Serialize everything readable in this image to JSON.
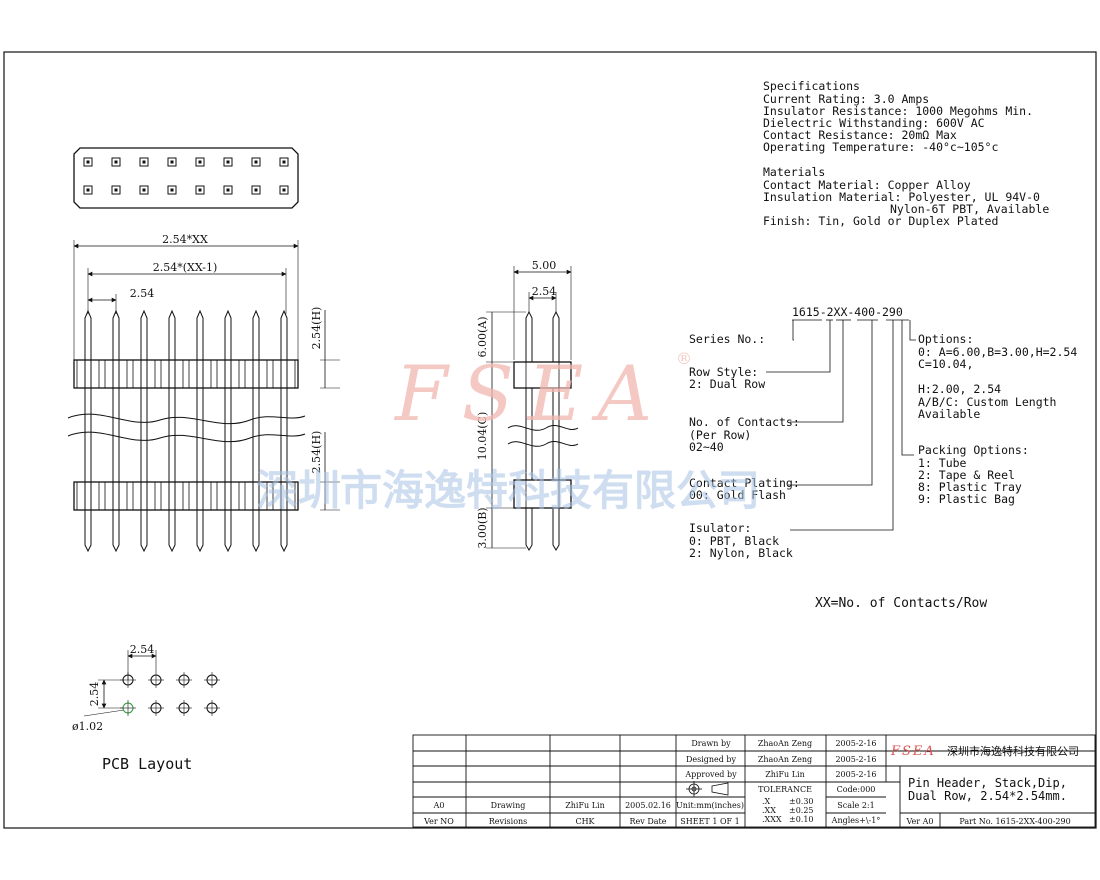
{
  "specs": {
    "title": "Specifications",
    "lines": [
      "Current Rating: 3.0 Amps",
      "Insulator Resistance: 1000 Megohms Min.",
      "Dielectric Withstanding: 600V AC",
      "Contact Resistance: 20mΩ Max",
      "Operating Temperature: -40°c~105°c"
    ]
  },
  "materials": {
    "title": "Materials",
    "lines": [
      "Contact Material: Copper Alloy",
      "Insulation Material: Polyester, UL 94V-0",
      "Nylon-6T PBT, Available",
      "Finish: Tin, Gold or Duplex Plated"
    ]
  },
  "front_view": {
    "dim_total": "2.54*XX",
    "dim_minus1": "2.54*(XX-1)",
    "dim_pitch": "2.54",
    "dim_h_top": "2.54(H)",
    "dim_h_bottom": "2.54(H)"
  },
  "side_view": {
    "dim_width": "5.00",
    "dim_pitch": "2.54",
    "dim_a": "6.00(A)",
    "dim_c": "10.04(C)",
    "dim_b": "3.00(B)"
  },
  "part_number": {
    "code": "1615-2XX-400-290",
    "series_label": "Series No.:",
    "row_style_label": "Row Style:",
    "row_style_value": "2: Dual Row",
    "contacts_label": "No. of Contacts:",
    "contacts_note": "(Per Row)",
    "contacts_range": "02~40",
    "plating_label": "Contact Plating:",
    "plating_value": "00: Gold Flash",
    "insulator_label": "Isulator:",
    "insulator_values": [
      "0: PBT, Black",
      "2: Nylon, Black"
    ],
    "options_label": "Options:",
    "options_values": [
      "0: A=6.00,B=3.00,H=2.54",
      "C=10.04,",
      "",
      "H:2.00, 2.54",
      "A/B/C: Custom Length",
      "Available"
    ],
    "packing_label": "Packing Options:",
    "packing_values": [
      "1: Tube",
      "2: Tape & Reel",
      "8: Plastic Tray",
      "9: Plastic Bag"
    ],
    "xx_note": "XX=No. of Contacts/Row"
  },
  "pcb": {
    "dim_pitch_x": "2.54",
    "dim_pitch_y": "2.54",
    "hole": "ø1.02",
    "caption": "PCB Layout"
  },
  "watermark": {
    "latin": "FSEA",
    "registered": "®",
    "chinese": "深圳市海逸特科技有限公司"
  },
  "title_block": {
    "drawn_label": "Drawn by",
    "drawn_name": "ZhaoAn Zeng",
    "drawn_date": "2005-2-16",
    "designed_label": "Designed by",
    "designed_name": "ZhaoAn Zeng",
    "designed_date": "2005-2-16",
    "approved_label": "Approved by",
    "approved_name": "ZhiFu Lin",
    "approved_date": "2005-2-16",
    "rev_a0": "A0",
    "rev_drawing": "Drawing",
    "rev_chk": "ZhiFu Lin",
    "rev_date": "2005.02.16",
    "hdr_verno": "Ver NO",
    "hdr_revisions": "Revisions",
    "hdr_chk": "CHK",
    "hdr_revdate": "Rev Date",
    "units": "Unit:mm(inches)",
    "sheet": "SHEET 1 OF 1",
    "tolerance_label": "TOLERANCE",
    "tol_x": ".X",
    "tol_x_val": "±0.30",
    "tol_xx": ".XX",
    "tol_xx_val": "±0.25",
    "tol_xxx": ".XXX",
    "tol_xxx_val": "±0.10",
    "code": "Code:000",
    "scale": "Scale 2:1",
    "angles": "Angles+\\-1°",
    "logo": "FSEA",
    "company": "深圳市海逸特科技有限公司",
    "product_line1": "Pin Header, Stack,Dip,",
    "product_line2": "Dual Row, 2.54*2.54mm.",
    "ver": "Ver A0",
    "part_no": "Part No. 1615-2XX-400-290"
  }
}
